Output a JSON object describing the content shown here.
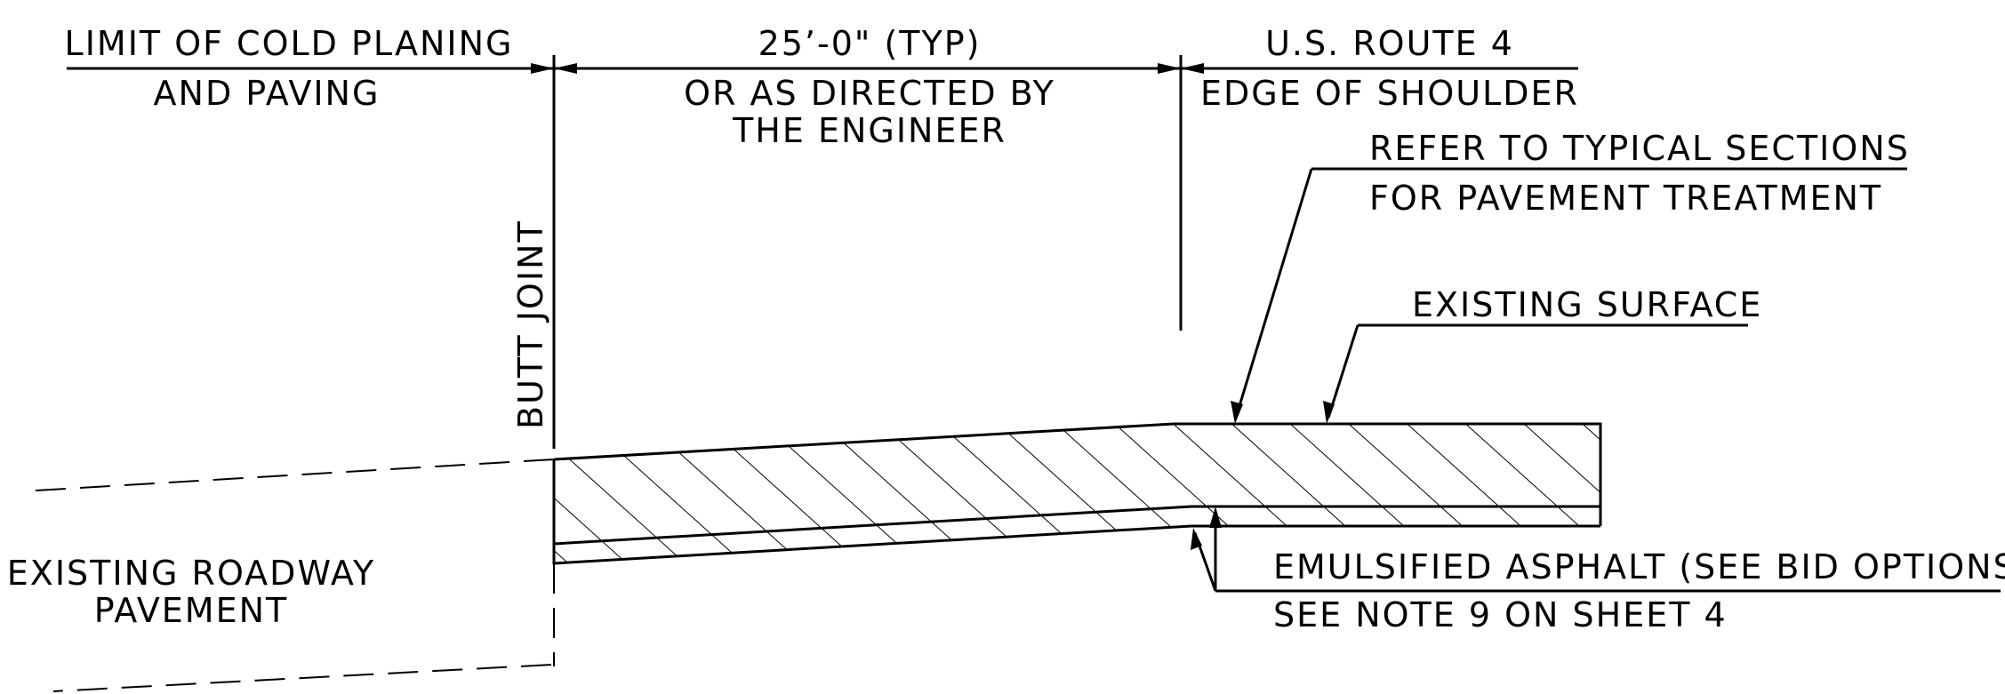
{
  "labels": {
    "limit_line1": "LIMIT OF COLD PLANING",
    "limit_line2": "AND PAVING",
    "dim_value": "25’-0\" (TYP)",
    "dim_note_line1": "OR AS DIRECTED BY",
    "dim_note_line2": "THE ENGINEER",
    "route_line1": "U.S. ROUTE 4",
    "route_line2": "EDGE OF SHOULDER",
    "refer_line1": "REFER TO TYPICAL SECTIONS",
    "refer_line2": "FOR PAVEMENT TREATMENT",
    "existing_surface": "EXISTING SURFACE",
    "butt_joint": "BUTT JOINT",
    "existing_roadway_line1": "EXISTING ROADWAY",
    "existing_roadway_line2": "PAVEMENT",
    "emulsified_line1": "EMULSIFIED ASPHALT (SEE BID OPTIONS)",
    "emulsified_line2": "SEE NOTE 9 ON SHEET 4"
  }
}
